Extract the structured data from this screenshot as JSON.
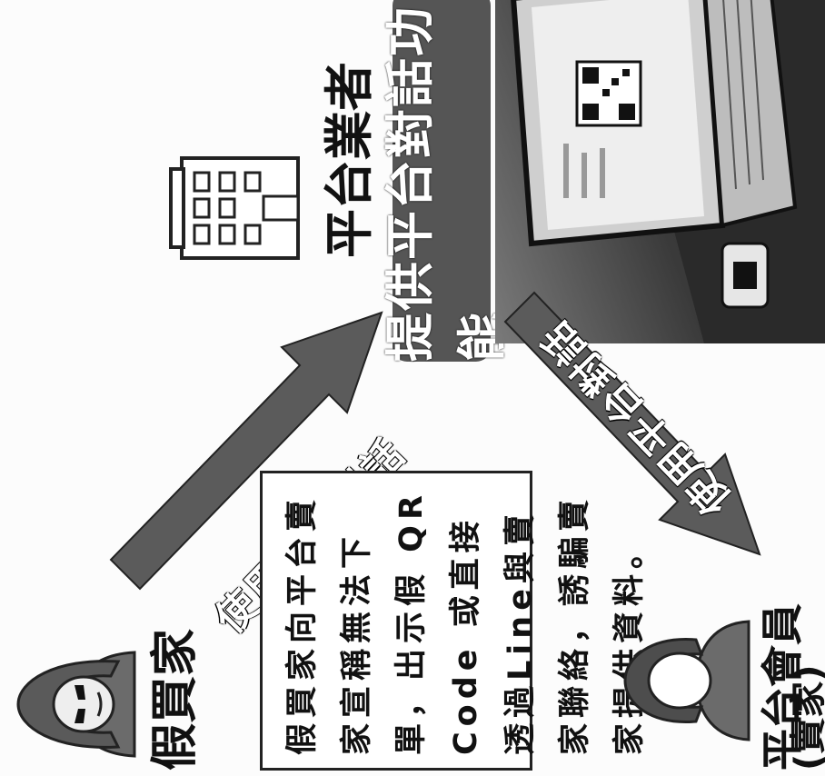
{
  "nodes": {
    "fake_buyer": {
      "label": "假買家",
      "icon": "hooded-hacker-icon"
    },
    "platform_operator": {
      "label": "平台業者",
      "icon": "office-building-icon"
    },
    "platform_member": {
      "label_line1": "平台會員",
      "label_line2": "(賣家)",
      "icon": "person-avatar-icon"
    }
  },
  "arrows": {
    "buyer_to_platform": "使用平台對話",
    "platform_to_member": "使用平台對話"
  },
  "provide_box": {
    "label": "提供平台對話功能"
  },
  "description": "假買家向平台賣家宣稱無法下單，出示假 QR Code 或直接透過Line與賣家聯絡，誘騙賣家提供資料。",
  "photo": {
    "subject": "laptop-with-qr-code-photo",
    "icon": "qr-code-icon"
  },
  "colors": {
    "arrow": "#5b5b5b",
    "box": "#555555",
    "ink": "#111111"
  }
}
